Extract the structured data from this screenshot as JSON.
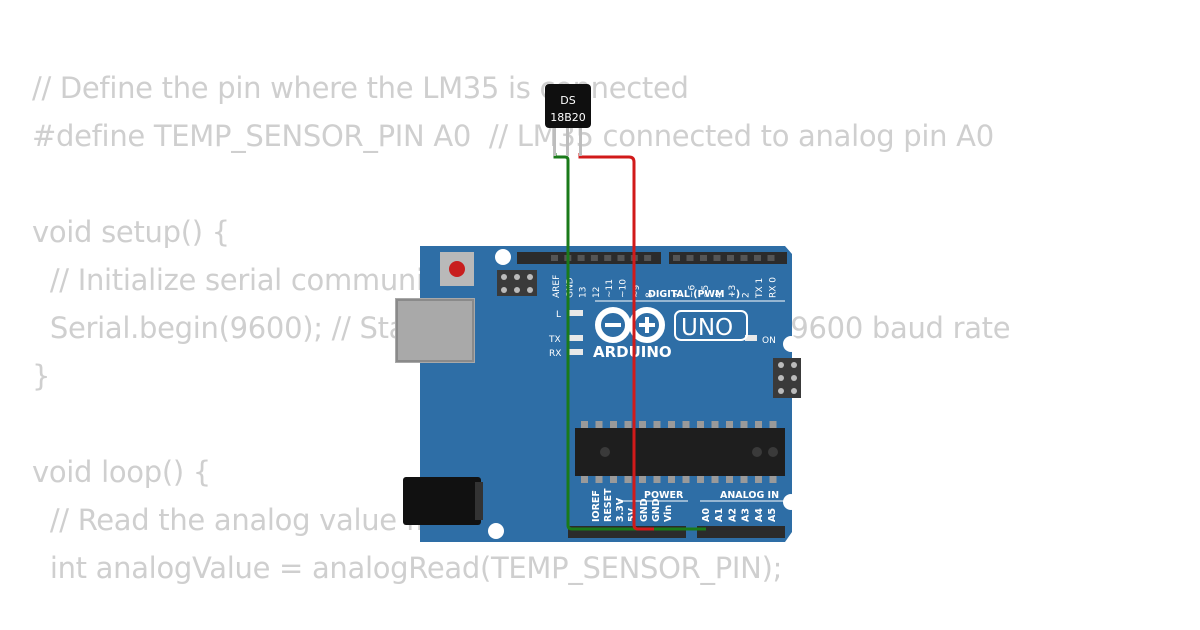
{
  "code_lines": [
    "// Define the pin where the LM35 is connected",
    "#define TEMP_SENSOR_PIN A0  // LM35 connected to analog pin A0",
    "",
    "void setup() {",
    "  // Initialize serial communication",
    "  Serial.begin(9600); // Start serial communication at 9600 baud rate",
    "}",
    "",
    "void loop() {",
    "  // Read the analog value from the sensor",
    "  int analogValue = analogRead(TEMP_SENSOR_PIN);"
  ],
  "sensor": {
    "line1": "DS",
    "line2": "18B20"
  },
  "board": {
    "logo_text": "ARDUINO",
    "model": "UNO",
    "on_label": "ON",
    "digital_label": "DIGITAL (PWM ~)",
    "power_label": "POWER",
    "analog_label": "ANALOG IN",
    "led_l": "L",
    "led_tx": "TX",
    "led_rx": "RX",
    "top_pins": [
      "AREF",
      "GND",
      "13",
      "12",
      "~11",
      "~10",
      "~9",
      "8",
      "7",
      "~6",
      "~5",
      "4",
      "~3",
      "2",
      "TX 1",
      "RX 0"
    ],
    "power_pins": [
      "IOREF",
      "RESET",
      "3.3V",
      "5V",
      "GND",
      "GND",
      "Vin"
    ],
    "analog_pins": [
      "A0",
      "A1",
      "A2",
      "A3",
      "A4",
      "A5"
    ]
  },
  "colors": {
    "board": "#2e6ea6",
    "wire_ground": "#1a7a1a",
    "wire_power": "#d11a1a",
    "code_text": "#cfcfcf"
  }
}
